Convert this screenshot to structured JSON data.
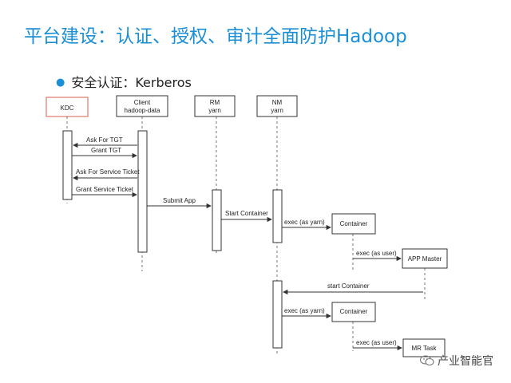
{
  "title": "平台建设：认证、授权、审计全面防护Hadoop",
  "bullet": "安全认证：Kerberos",
  "participants": [
    {
      "line1": "KDC",
      "line2": ""
    },
    {
      "line1": "Client",
      "line2": "hadoop-data"
    },
    {
      "line1": "RM",
      "line2": "yarn"
    },
    {
      "line1": "NM",
      "line2": "yarn"
    }
  ],
  "containers": [
    "Container",
    "APP Master",
    "Container",
    "MR Task"
  ],
  "messages": [
    "Ask For TGT",
    "Grant TGT",
    "Ask For Service Ticket",
    "Grant Service Ticket",
    "Submit App",
    "Start Container",
    "exec (as yarn)",
    "exec (as user)",
    "start Container",
    "exec (as yarn)",
    "exec (as user)"
  ],
  "watermark": "产业智能官",
  "colors": {
    "title": "#1a8fd6",
    "kdc_border": "#e0786a",
    "line": "#333333"
  }
}
